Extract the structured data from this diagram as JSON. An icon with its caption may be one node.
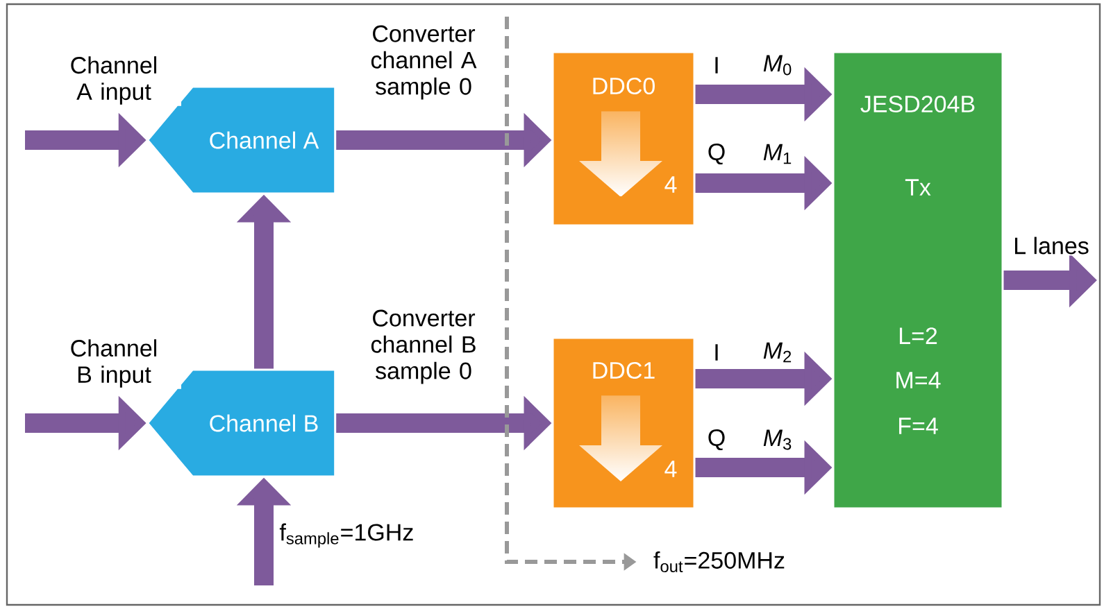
{
  "diagram": {
    "nodes": [
      {
        "text": [
          "Channel A"
        ]
      },
      {
        "text": [
          "Channel B"
        ]
      },
      {
        "text": [
          "DDC0",
          "4"
        ]
      },
      {
        "text": [
          "DDC1",
          "4"
        ]
      },
      {
        "text": [
          "JESD204B",
          "Tx",
          "L=2",
          "M=4",
          "F=4"
        ]
      },
      {
        "text": [
          "f$_{out}$=250MHz"
        ]
      }
    ],
    "edges": [
      {
        "from": null,
        "to": 0,
        "arrow": "to",
        "label": "Channel A input"
      },
      {
        "from": null,
        "to": 1,
        "arrow": "to",
        "label": "Channel B input"
      },
      {
        "from": 1,
        "to": 0,
        "arrow": "to"
      },
      {
        "from": null,
        "to": 1,
        "arrow": "to",
        "label": "f$_{sample}$=1GHz"
      },
      {
        "from": 0,
        "to": 2,
        "arrow": "to",
        "label": "Converter channel A sample 0"
      },
      {
        "from": 1,
        "to": 3,
        "arrow": "to",
        "label": "Converter channel B sample 0"
      },
      {
        "from": 2,
        "to": 4,
        "arrow": "to",
        "label": "I"
      },
      {
        "from": 2,
        "to": 4,
        "arrow": "to",
        "label": "Q"
      },
      {
        "from": 3,
        "to": 4,
        "arrow": "to",
        "label": "I"
      },
      {
        "from": 3,
        "to": 4,
        "arrow": "to",
        "label": "Q"
      },
      {
        "from": 4,
        "to": null,
        "arrow": "to",
        "label": "L lanes"
      },
      {
        "from": null,
        "to": 5,
        "arrow": "to",
        "style": "dashed",
        "color": "#999999"
      }
    ],
    "labels": [
      "*M*$_{0}$",
      "*M*$_{1}$",
      "*M*$_{2}$",
      "*M*$_{3}$"
    ]
  }
}
